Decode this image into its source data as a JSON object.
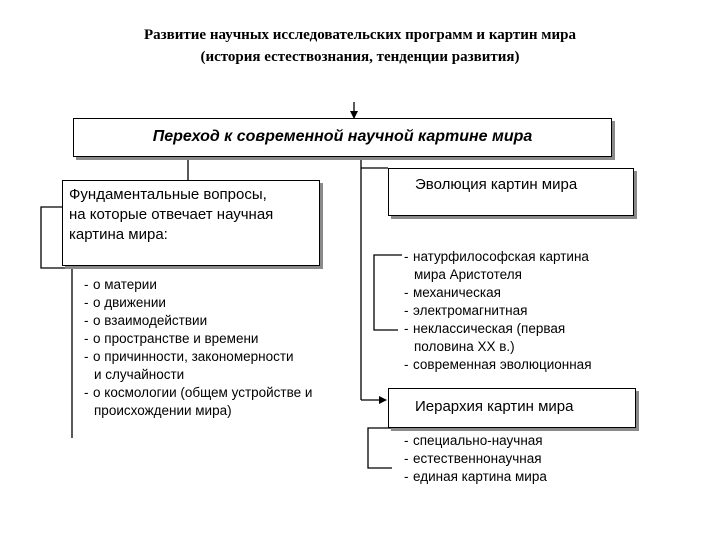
{
  "title": {
    "line1": "Развитие научных исследовательских программ и картин мира",
    "line2": "(история естествознания, тенденции развития)"
  },
  "main_box": {
    "label": "Переход к современной научной картине мира"
  },
  "fundamental_box": {
    "line1": "Фундаментальные вопросы,",
    "line2": "на которые отвечает научная",
    "line3": "картина мира:"
  },
  "fundamental_list": [
    {
      "text": "о материи"
    },
    {
      "text": "о движении"
    },
    {
      "text": "о взаимодействии"
    },
    {
      "text": "о пространстве и времени"
    },
    {
      "text": "о причинности, закономерности",
      "cont": "и случайности"
    },
    {
      "text": "о космологии (общем устройстве и",
      "cont": "происхождении мира)"
    }
  ],
  "evolution_box": {
    "label": "Эволюция картин мира"
  },
  "evolution_list": [
    {
      "text": "натурфилософская картина",
      "cont": "мира Аристотеля"
    },
    {
      "text": "механическая"
    },
    {
      "text": "электромагнитная"
    },
    {
      "text": "неклассическая (первая",
      "cont": "половина XX в.)"
    },
    {
      "text": "современная эволюционная"
    }
  ],
  "hierarchy_box": {
    "label": "Иерархия картин мира"
  },
  "hierarchy_list": [
    {
      "text": "специально-научная"
    },
    {
      "text": "естественнонаучная"
    },
    {
      "text": "единая картина мира"
    }
  ],
  "dash": "-"
}
